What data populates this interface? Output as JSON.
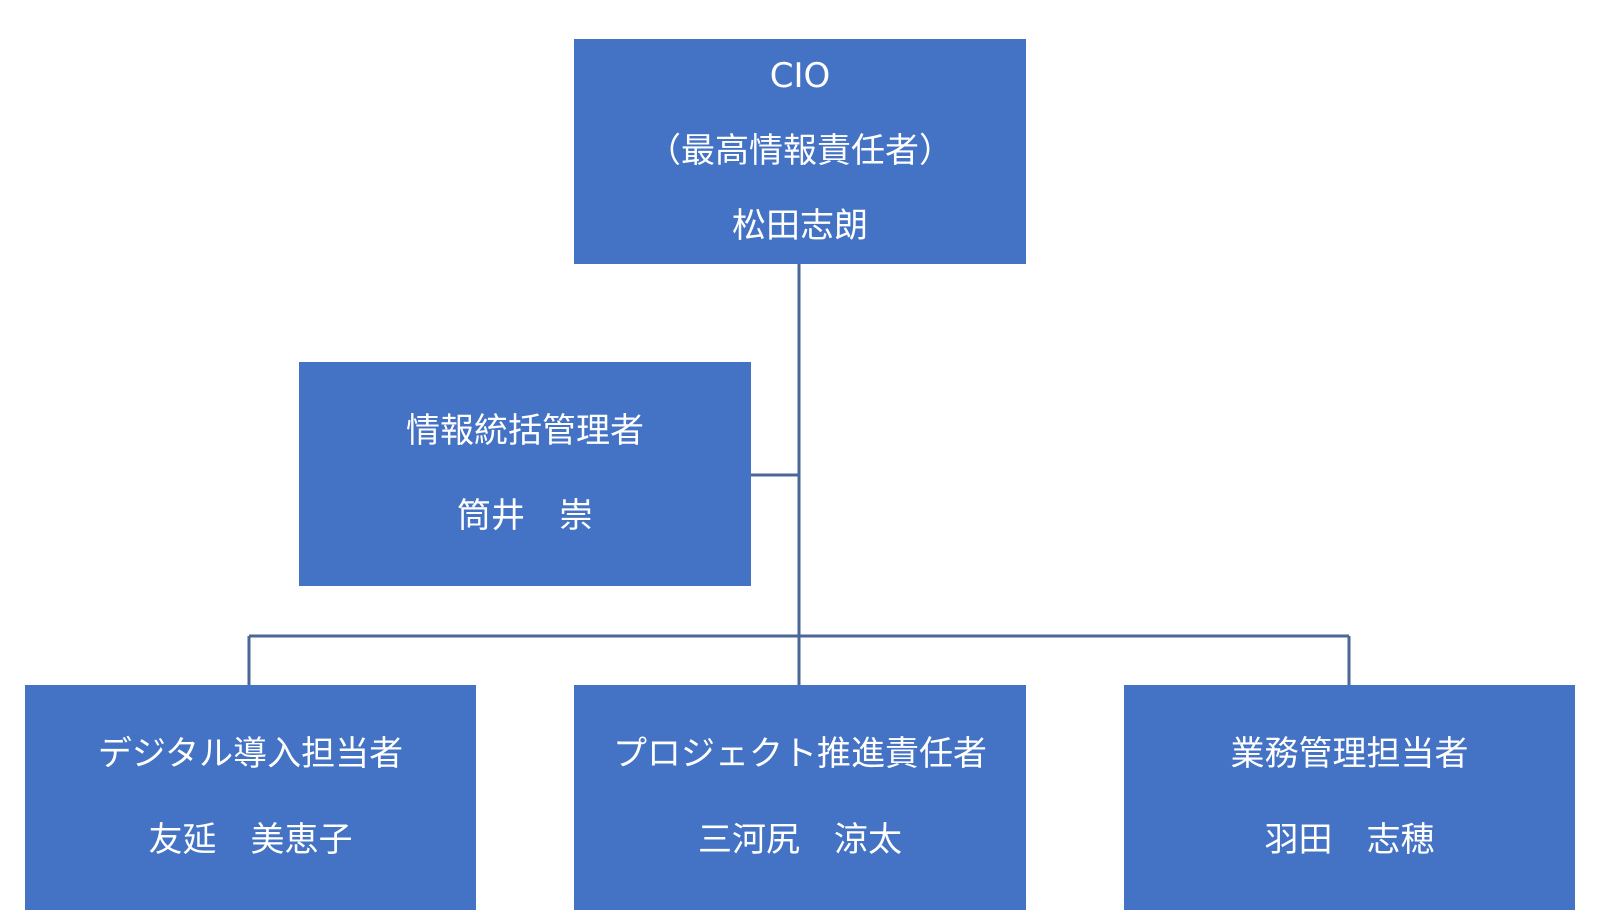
{
  "org_chart": {
    "cio": {
      "title": "CIO",
      "subtitle": "（最高情報責任者）",
      "name": "松田志朗"
    },
    "info_manager": {
      "title": "情報統括管理者",
      "name": "筒井　崇"
    },
    "subordinates": [
      {
        "title": "デジタル導入担当者",
        "name": "友延　美恵子"
      },
      {
        "title": "プロジェクト推進責任者",
        "name": "三河尻　涼太"
      },
      {
        "title": "業務管理担当者",
        "name": "羽田　志穂"
      }
    ]
  },
  "colors": {
    "box_fill": "#4472c4",
    "connector": "#4a6795",
    "text": "#ffffff"
  }
}
